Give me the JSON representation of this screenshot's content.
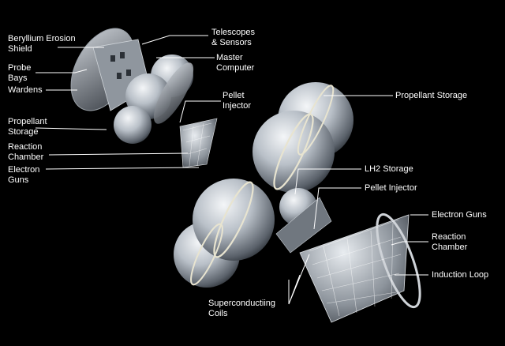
{
  "colors": {
    "background": "#000000",
    "text": "#ffffff",
    "line": "#ffffff"
  },
  "labels": {
    "beryllium_shield": "Beryllium Erosion\nShield",
    "probe_bays": "Probe\nBays",
    "wardens": "Wardens",
    "propellant_storage_left": "Propellant\nStorage",
    "reaction_chamber_left": "Reaction\nChamber",
    "electron_guns_left": "Electron\nGuns",
    "telescopes_sensors": "Telescopes\n& Sensors",
    "master_computer": "Master\nComputer",
    "pellet_injector_left": "Pellet\nInjector",
    "propellant_storage_right": "Propellant Storage",
    "lh2_storage": "LH2 Storage",
    "pellet_injector_right": "Pellet Injector",
    "electron_guns_right": "Electron Guns",
    "reaction_chamber_right": "Reaction\nChamber",
    "induction_loop": "Induction Loop",
    "superconducting_coils": "Superconductiing\nCoils"
  }
}
